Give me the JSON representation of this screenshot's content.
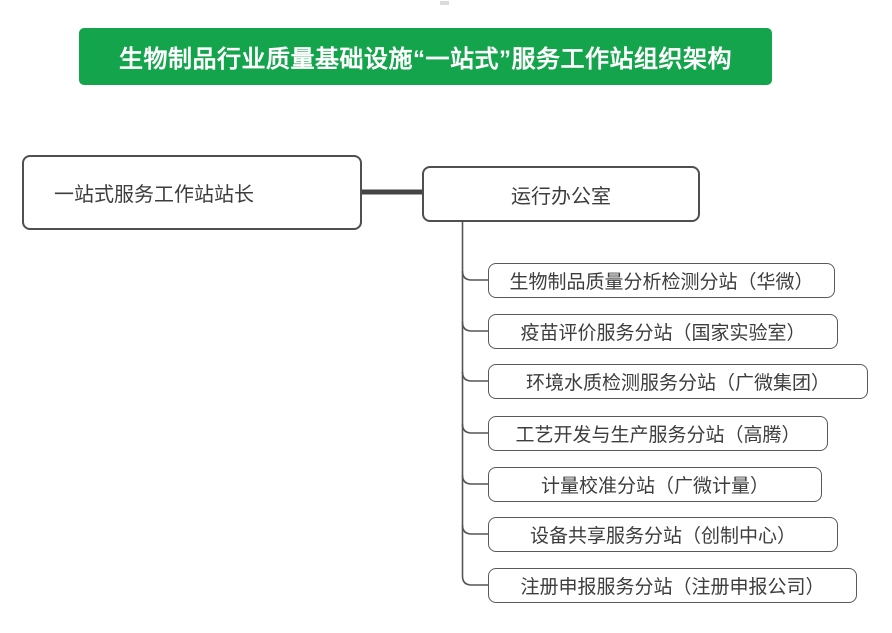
{
  "title": {
    "text": "生物制品行业质量基础设施“一站式”服务工作站组织架构"
  },
  "org": {
    "director": {
      "label": "一站式服务工作站站长"
    },
    "office": {
      "label": "运行办公室"
    },
    "substations": [
      {
        "label": "生物制品质量分析检测分站（华微）"
      },
      {
        "label": "疫苗评价服务分站（国家实验室）"
      },
      {
        "label": "环境水质检测服务分站（广微集团）"
      },
      {
        "label": "工艺开发与生产服务分站（高腾）"
      },
      {
        "label": "计量校准分站（广微计量）"
      },
      {
        "label": "设备共享服务分站（创制中心）"
      },
      {
        "label": "注册申报服务分站（注册申报公司）"
      }
    ]
  },
  "style": {
    "accent_green": "#14a44c",
    "title_text_color": "#ffffff",
    "border_gray": "#595959",
    "connector_gray": "#4a4a4a",
    "text_dark": "#3d3d3d"
  }
}
